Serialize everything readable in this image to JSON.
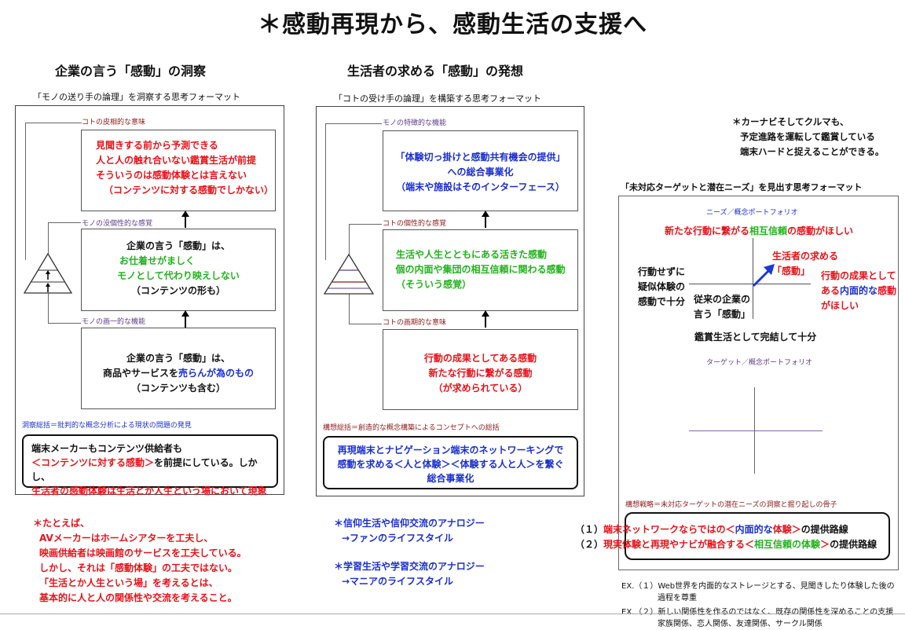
{
  "title": "＊感動再現から、感動生活の支援へ",
  "left": {
    "heading": "企業の言う「感動」の洞察",
    "caption": "「モノの送り手の論理」を洞察する思考フォーマット",
    "top_label": "コトの皮相的な意味",
    "top_box": [
      "見聞きする前から予測できる",
      "人と人の触れ合いない鑑賞生活が前提",
      "そういうのは感動体験とは言えない",
      "（コンテンツに対する感動でしかない）"
    ],
    "mid_label": "モノの没個性的な感覚",
    "mid_box": [
      "企業の言う「感動」は、",
      "お仕着せがましく",
      "モノとして代わり映えしない",
      "（コンテンツの形も）"
    ],
    "bot_label": "モノの画一的な機能",
    "bot_box_1": "企業の言う「感動」は、",
    "bot_box_2a": "商品やサービスを",
    "bot_box_2b": "売らんが為のもの",
    "bot_box_3": "（コンテンツも含む）",
    "summary_label": "洞察総括＝批判的な概念分析による現状の問題の発見",
    "summary_1": "端末メーカーもコンテンツ供給者も",
    "summary_2a": "＜コンテンツに対する感動＞",
    "summary_2b": "を前提にしている。しかし、",
    "summary_3": "生活者の感動体験は生活とか人生という場において現象",
    "example": [
      "＊たとえば、",
      "AVメーカーはホームシアターを工夫し、",
      "映画供給者は映画館のサービスを工夫している。",
      "しかし、それは「感動体験」の工夫ではない。",
      "「生活とか人生という場」を考えるとは、",
      "基本的に人と人の関係性や交流を考えること。"
    ]
  },
  "middle": {
    "heading": "生活者の求める「感動」の発想",
    "caption": "「コトの受け手の論理」を構築する思考フォーマット",
    "top_label": "モノの特徴的な機能",
    "top_box": [
      "「体験切っ掛けと感動共有機会の提供」",
      "への総合事業化",
      "（端末や施設はそのインターフェース）"
    ],
    "mid_label": "コトの個性的な感覚",
    "mid_box": [
      "生活や人生とともにある活きた感動",
      "個の内面や集団の相互信頼に関わる感動",
      "（そういう感覚）"
    ],
    "bot_label": "コトの画期的な意味",
    "bot_box": [
      "行動の成果としてある感動",
      "新たな行動に繋がる感動",
      "（が求められている）"
    ],
    "summary_label": "構想総括＝創造的な概念構築によるコンセプトへの総括",
    "summary_1": "再現端末とナビゲーション端末のネットワーキングで",
    "summary_2": "感動を求める＜人と体験＞＜体験する人と人＞を繋ぐ",
    "summary_3": "総合事業化",
    "notes": [
      "＊信仰生活や信仰交流のアナロジー",
      "→ファンのライフスタイル",
      "＊学習生活や学習交流のアナロジー",
      "→マニアのライフスタイル"
    ]
  },
  "right": {
    "note": [
      "＊カーナビそしてクルマも、",
      "予定進路を運転して鑑賞している",
      "端末ハードと捉えることができる。"
    ],
    "caption": "「未対応ターゲットと潜在ニーズ」を見出す思考フォーマット",
    "needs_label": "ニーズ／概念ポートフォリオ",
    "top_text_a": "新たな行動に繋がる",
    "top_text_b": "相互信頼",
    "top_text_c": "の感動がほしい",
    "left_text": [
      "行動せずに",
      "疑似体験の",
      "感動で十分"
    ],
    "q1_text": [
      "生活者の求める",
      "「感動」"
    ],
    "right_text_1": "行動の成果として",
    "right_text_2a": "ある",
    "right_text_2b": "内面的な",
    "right_text_2c": "感動",
    "right_text_3": "がほしい",
    "q3_text": [
      "従来の企業の",
      "言う「感動」"
    ],
    "bottom_text": "鑑賞生活として完結して十分",
    "target_label": "ターゲット／概念ポートフォリオ",
    "strategy_label": "構想戦略＝未対応ターゲットの潜在ニーズの洞察と掘り起しの骨子",
    "strategy_1a": "（１）",
    "strategy_1b": "端末ネットワークならではの＜",
    "strategy_1c": "内面的な",
    "strategy_1d": "体験",
    "strategy_1e": "＞",
    "strategy_1f": "の提供路線",
    "strategy_2a": "（２）",
    "strategy_2b": "現実体験と再現やナビが融合する＜",
    "strategy_2c": "相互信頼の体験",
    "strategy_2d": "＞",
    "strategy_2e": "の提供路線",
    "ex": [
      "EX.（１）Web世界を内面的なストレージとする、見聞きしたり体験した後の",
      "過程を尊重",
      "EX.（２）新しい関係性を作るのではなく、既存の関係性を深めることの支援",
      "家族関係、恋人関係、友達関係、サークル関係"
    ]
  },
  "colors": {
    "red": "#e8121a",
    "green": "#22b21c",
    "blue": "#1a2fd0",
    "arrow": "#1a3ad8"
  }
}
